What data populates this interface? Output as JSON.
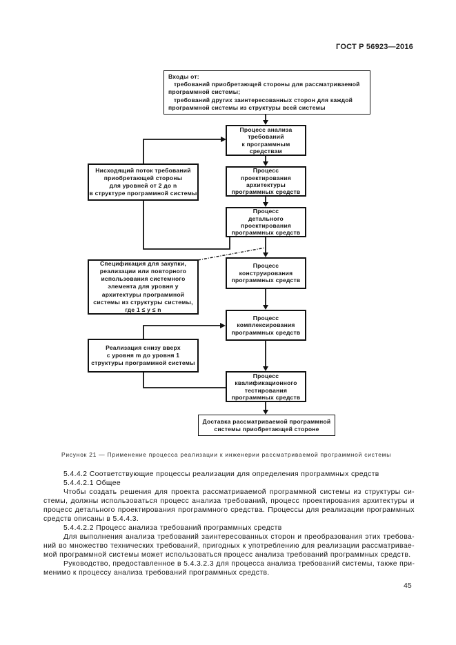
{
  "header": {
    "document_code": "ГОСТ Р 56923—2016"
  },
  "flowchart": {
    "input_box": "Входы от:\n   требований приобретающей стороны для рассматриваемой\nпрограммной системы;\n   требований других заинтересованных сторон для каждой\nпрограммной системы из структуры всей системы",
    "processes": [
      {
        "label": "Процесс анализа\nтребований\nк программным\nсредствам"
      },
      {
        "label": "Процесс\nпроектирования\nархитектуры\nпрограммных средств"
      },
      {
        "label": "Процесс\nдетального\nпроектирования\nпрограммных средств"
      },
      {
        "label": "Процесс\nконструирования\nпрограммных средств"
      },
      {
        "label": "Процесс\nкомплексирования\nпрограммных средств"
      },
      {
        "label": "Процесс\nквалификационного\nтестирования\nпрограммных средств"
      }
    ],
    "side_notes": [
      {
        "label": "Нисходящий поток требований\nприобретающей стороны\nдля уровней от 2 до n\nв структуре программной системы"
      },
      {
        "label": "Спецификация для закупки,\nреализации или повторного\nиспользования системного\nэлемента для уровня y\nархитектуры программной\nсистемы из структуры системы,\nгде 1 ≤ y ≤ n"
      },
      {
        "label": "Реализация снизу вверх\nс уровня m до уровня 1\nструктуры программной системы"
      }
    ],
    "delivery_box": "Доставка рассматриваемой программной\nсистемы приобретающей стороне"
  },
  "figure_caption": "Рисунок 21 — Применение процесса реализации к инженерии рассматриваемой программной системы",
  "body": {
    "lines": [
      {
        "t": "5.4.4.2 Соответствующие процессы реализации для определения программных средств",
        "ind": true,
        "just": false
      },
      {
        "t": "5.4.4.2.1 Общее",
        "ind": true,
        "just": false
      },
      {
        "t": "Чтобы создать решения для проекта рассматриваемой программной системы из структуры си-",
        "ind": true,
        "just": true
      },
      {
        "t": "стемы, должны использоваться процесс анализа требований, процесс проектирования архитектуры и",
        "ind": false,
        "just": true
      },
      {
        "t": "процесс детального проектирования программного средства. Процессы для реализации программных",
        "ind": false,
        "just": true
      },
      {
        "t": "средств описаны в 5.4.4.3.",
        "ind": false,
        "just": false
      },
      {
        "t": "5.4.4.2.2 Процесс анализа требований программных средств",
        "ind": true,
        "just": false
      },
      {
        "t": "Для выполнения анализа требований заинтересованных сторон и преобразования этих требова-",
        "ind": true,
        "just": true
      },
      {
        "t": "ний во множество технических требований, пригодных к употреблению для реализации рассматривае-",
        "ind": false,
        "just": true
      },
      {
        "t": "мой программной системы может использоваться процесс анализа требований программных средств.",
        "ind": false,
        "just": false
      },
      {
        "t": "Руководство, предоставленное в 5.4.3.2.3 для процесса анализа требований системы, также при-",
        "ind": true,
        "just": true
      },
      {
        "t": "менимо к процессу анализа требований программных средств.",
        "ind": false,
        "just": false
      }
    ]
  },
  "footer": {
    "page_number": "45"
  }
}
